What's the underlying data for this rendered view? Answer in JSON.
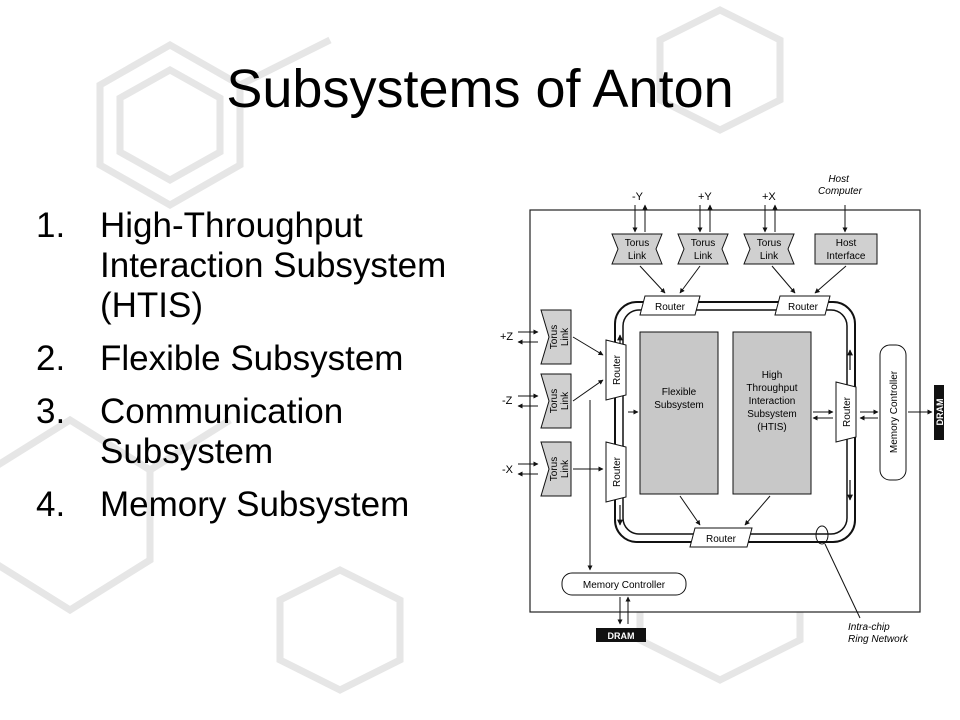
{
  "slide": {
    "title": "Subsystems of Anton",
    "items": [
      {
        "number": "1.",
        "text": "High-Throughput Interaction Subsystem (HTIS)"
      },
      {
        "number": "2.",
        "text": "Flexible Subsystem"
      },
      {
        "number": "3.",
        "text": "Communication Subsystem"
      },
      {
        "number": "4.",
        "text": "Memory Subsystem"
      }
    ]
  },
  "diagram": {
    "top_labels": [
      "-Y",
      "+Y",
      "+X"
    ],
    "host_computer": [
      "Host",
      "Computer"
    ],
    "torus_link": [
      "Torus",
      "Link"
    ],
    "host_interface": [
      "Host",
      "Interface"
    ],
    "router": "Router",
    "side_labels": [
      "+Z",
      "-Z",
      "-X"
    ],
    "flexible": [
      "Flexible",
      "Subsystem"
    ],
    "htis": [
      "High",
      "Throughput",
      "Interaction",
      "Subsystem",
      "(HTIS)"
    ],
    "memory_controller": "Memory Controller",
    "dram": "DRAM",
    "ring_network": [
      "Intra-chip",
      "Ring Network"
    ]
  }
}
